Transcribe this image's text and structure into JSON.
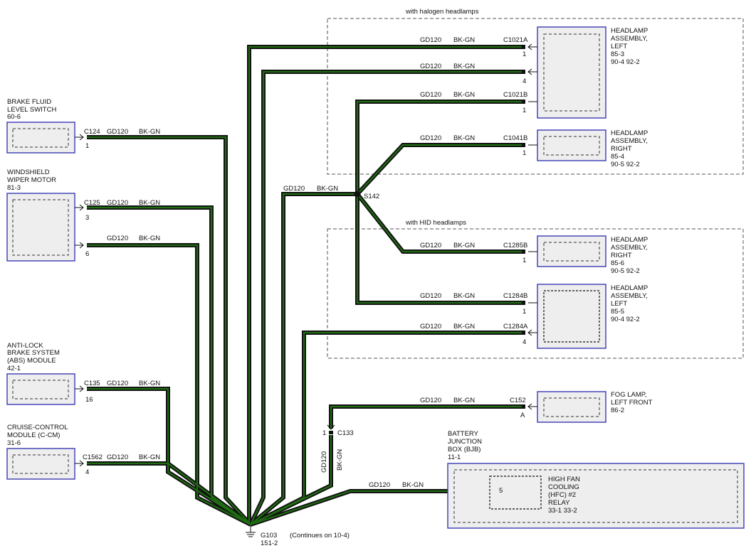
{
  "regions": {
    "halogen": "with halogen headlamps",
    "hid": "with HID headlamps"
  },
  "wire": {
    "gauge": "GD120",
    "color": "BK-GN"
  },
  "splice": "S142",
  "ground": {
    "id": "G103",
    "ref": "151-2",
    "note": "(Continues on 10-4)"
  },
  "inline_connector": {
    "id": "C133",
    "pin": "1"
  },
  "components": {
    "brake_fluid": {
      "lines": [
        "BRAKE FLUID",
        "LEVEL SWITCH",
        "60-6"
      ],
      "connector": "C124",
      "pin": "1"
    },
    "wiper": {
      "lines": [
        "WINDSHIELD",
        "WIPER MOTOR",
        "81-3"
      ],
      "connector": "C125",
      "pin_a": "3",
      "pin_b": "6"
    },
    "abs": {
      "lines": [
        "ANTI-LOCK",
        "BRAKE SYSTEM",
        "(ABS) MODULE",
        "42-1"
      ],
      "connector": "C135",
      "pin": "16"
    },
    "ccm": {
      "lines": [
        "CRUISE-CONTROL",
        "MODULE (C-CM)",
        "31-6"
      ],
      "connector": "C1562",
      "pin": "4"
    },
    "hl_left_hal": {
      "lines": [
        "HEADLAMP",
        "ASSEMBLY,",
        "LEFT",
        "85-3",
        "90-4    92-2"
      ],
      "connector_a": "C1021A",
      "pin_a1": "1",
      "pin_a4": "4",
      "connector_b": "C1021B",
      "pin_b": "1"
    },
    "hl_right_hal": {
      "lines": [
        "HEADLAMP",
        "ASSEMBLY,",
        "RIGHT",
        "85-4",
        "90-5    92-2"
      ],
      "connector": "C1041B",
      "pin": "1"
    },
    "hl_right_hid": {
      "lines": [
        "HEADLAMP",
        "ASSEMBLY,",
        "RIGHT",
        "85-6",
        "90-5    92-2"
      ],
      "connector": "C1285B",
      "pin": "1"
    },
    "hl_left_hid": {
      "lines": [
        "HEADLAMP",
        "ASSEMBLY,",
        "LEFT",
        "85-5",
        "90-4    92-2"
      ],
      "connector_b": "C1284B",
      "pin_b": "1",
      "connector_a": "C1284A",
      "pin_a": "4"
    },
    "fog": {
      "lines": [
        "FOG LAMP,",
        "LEFT FRONT",
        "86-2"
      ],
      "connector": "C152",
      "pin": "A"
    },
    "bjb": {
      "lines": [
        "BATTERY",
        "JUNCTION",
        "BOX (BJB)",
        "11-1"
      ],
      "relay_pin": "5",
      "relay_lines": [
        "HIGH FAN",
        "COOLING",
        "(HFC) #2",
        "RELAY",
        "33-1      33-2"
      ]
    }
  }
}
